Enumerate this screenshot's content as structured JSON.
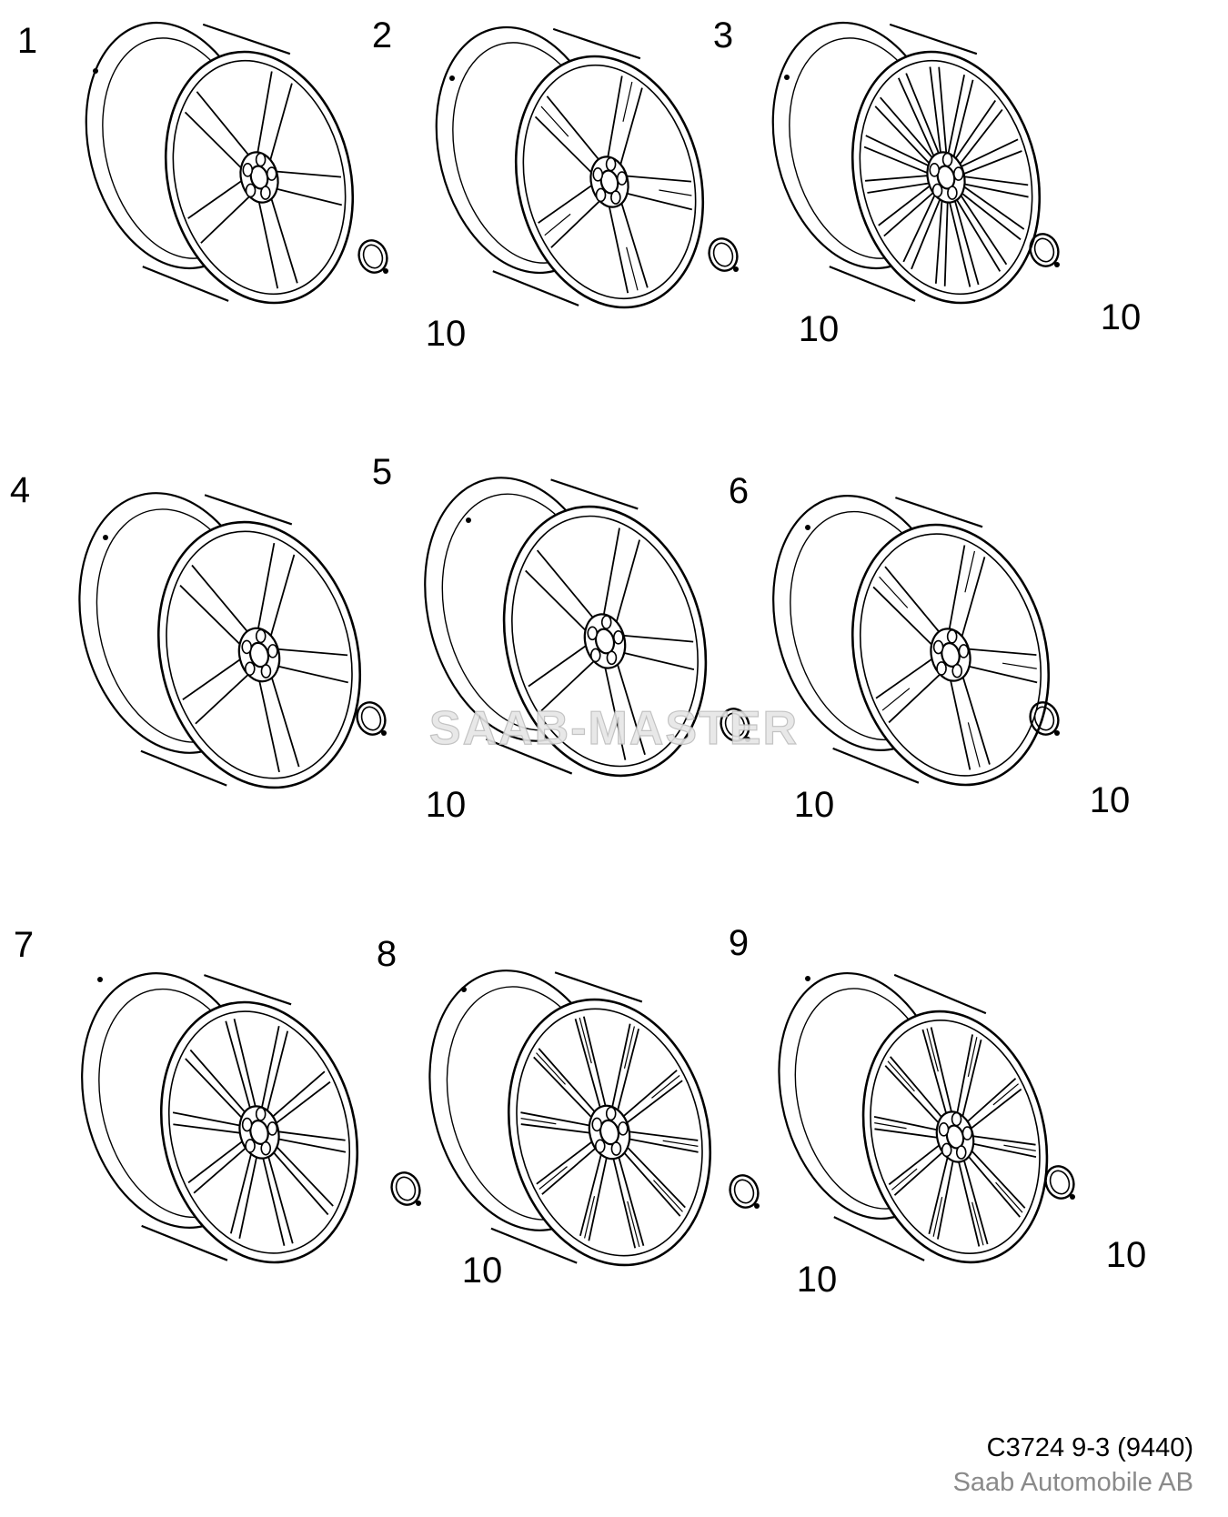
{
  "watermark": "SAAB-MASTER",
  "footer": {
    "code": "C3724 9-3 (9440)",
    "company": "Saab Automobile AB"
  },
  "wheels": [
    {
      "label": "1",
      "spokes": 5,
      "style": "twin-window",
      "cap_label": "10"
    },
    {
      "label": "2",
      "spokes": 5,
      "style": "split",
      "cap_label": "10"
    },
    {
      "label": "3",
      "spokes": 15,
      "style": "multi",
      "cap_label": "10"
    },
    {
      "label": "4",
      "spokes": 5,
      "style": "star",
      "cap_label": "10"
    },
    {
      "label": "5",
      "spokes": 5,
      "style": "star",
      "cap_label": "10"
    },
    {
      "label": "6",
      "spokes": 5,
      "style": "split",
      "cap_label": "10"
    },
    {
      "label": "7",
      "spokes": 10,
      "style": "thin",
      "cap_label": "10"
    },
    {
      "label": "8",
      "spokes": 10,
      "style": "split",
      "cap_label": "10"
    },
    {
      "label": "9",
      "spokes": 10,
      "style": "split-deep",
      "cap_label": "10"
    }
  ],
  "colors": {
    "line": "#000000",
    "watermark": "#c8c8c8"
  }
}
